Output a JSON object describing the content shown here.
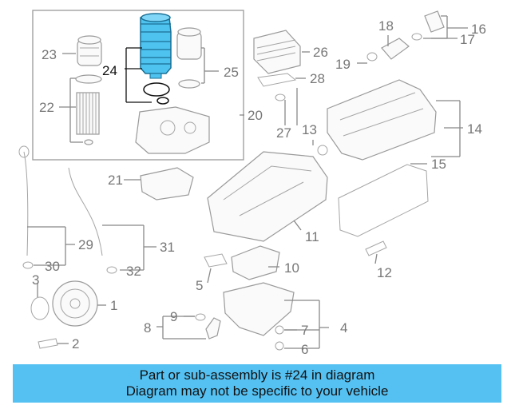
{
  "callouts": [
    {
      "id": "1",
      "text": "1"
    },
    {
      "id": "2",
      "text": "2"
    },
    {
      "id": "3",
      "text": "3"
    },
    {
      "id": "4",
      "text": "4"
    },
    {
      "id": "5",
      "text": "5"
    },
    {
      "id": "6",
      "text": "6"
    },
    {
      "id": "7",
      "text": "7"
    },
    {
      "id": "8",
      "text": "8"
    },
    {
      "id": "9",
      "text": "9"
    },
    {
      "id": "10",
      "text": "10"
    },
    {
      "id": "11",
      "text": "11"
    },
    {
      "id": "12",
      "text": "12"
    },
    {
      "id": "13",
      "text": "13"
    },
    {
      "id": "14",
      "text": "14"
    },
    {
      "id": "15",
      "text": "15"
    },
    {
      "id": "16",
      "text": "16"
    },
    {
      "id": "17",
      "text": "17"
    },
    {
      "id": "18",
      "text": "18"
    },
    {
      "id": "19",
      "text": "19"
    },
    {
      "id": "20",
      "text": "20"
    },
    {
      "id": "21",
      "text": "21"
    },
    {
      "id": "22",
      "text": "22"
    },
    {
      "id": "23",
      "text": "23"
    },
    {
      "id": "24",
      "text": "24"
    },
    {
      "id": "25",
      "text": "25"
    },
    {
      "id": "26",
      "text": "26"
    },
    {
      "id": "27",
      "text": "27"
    },
    {
      "id": "28",
      "text": "28"
    },
    {
      "id": "29",
      "text": "29"
    },
    {
      "id": "30",
      "text": "30"
    },
    {
      "id": "31",
      "text": "31"
    },
    {
      "id": "32",
      "text": "32"
    }
  ],
  "highlighted_part": "24",
  "colors": {
    "highlight": "#4fc3f0",
    "banner": "#55c1f2",
    "leader": "#888888"
  },
  "banner": {
    "line1": "Part or sub-assembly is #24 in diagram",
    "line2": "Diagram may not be specific to your vehicle"
  }
}
